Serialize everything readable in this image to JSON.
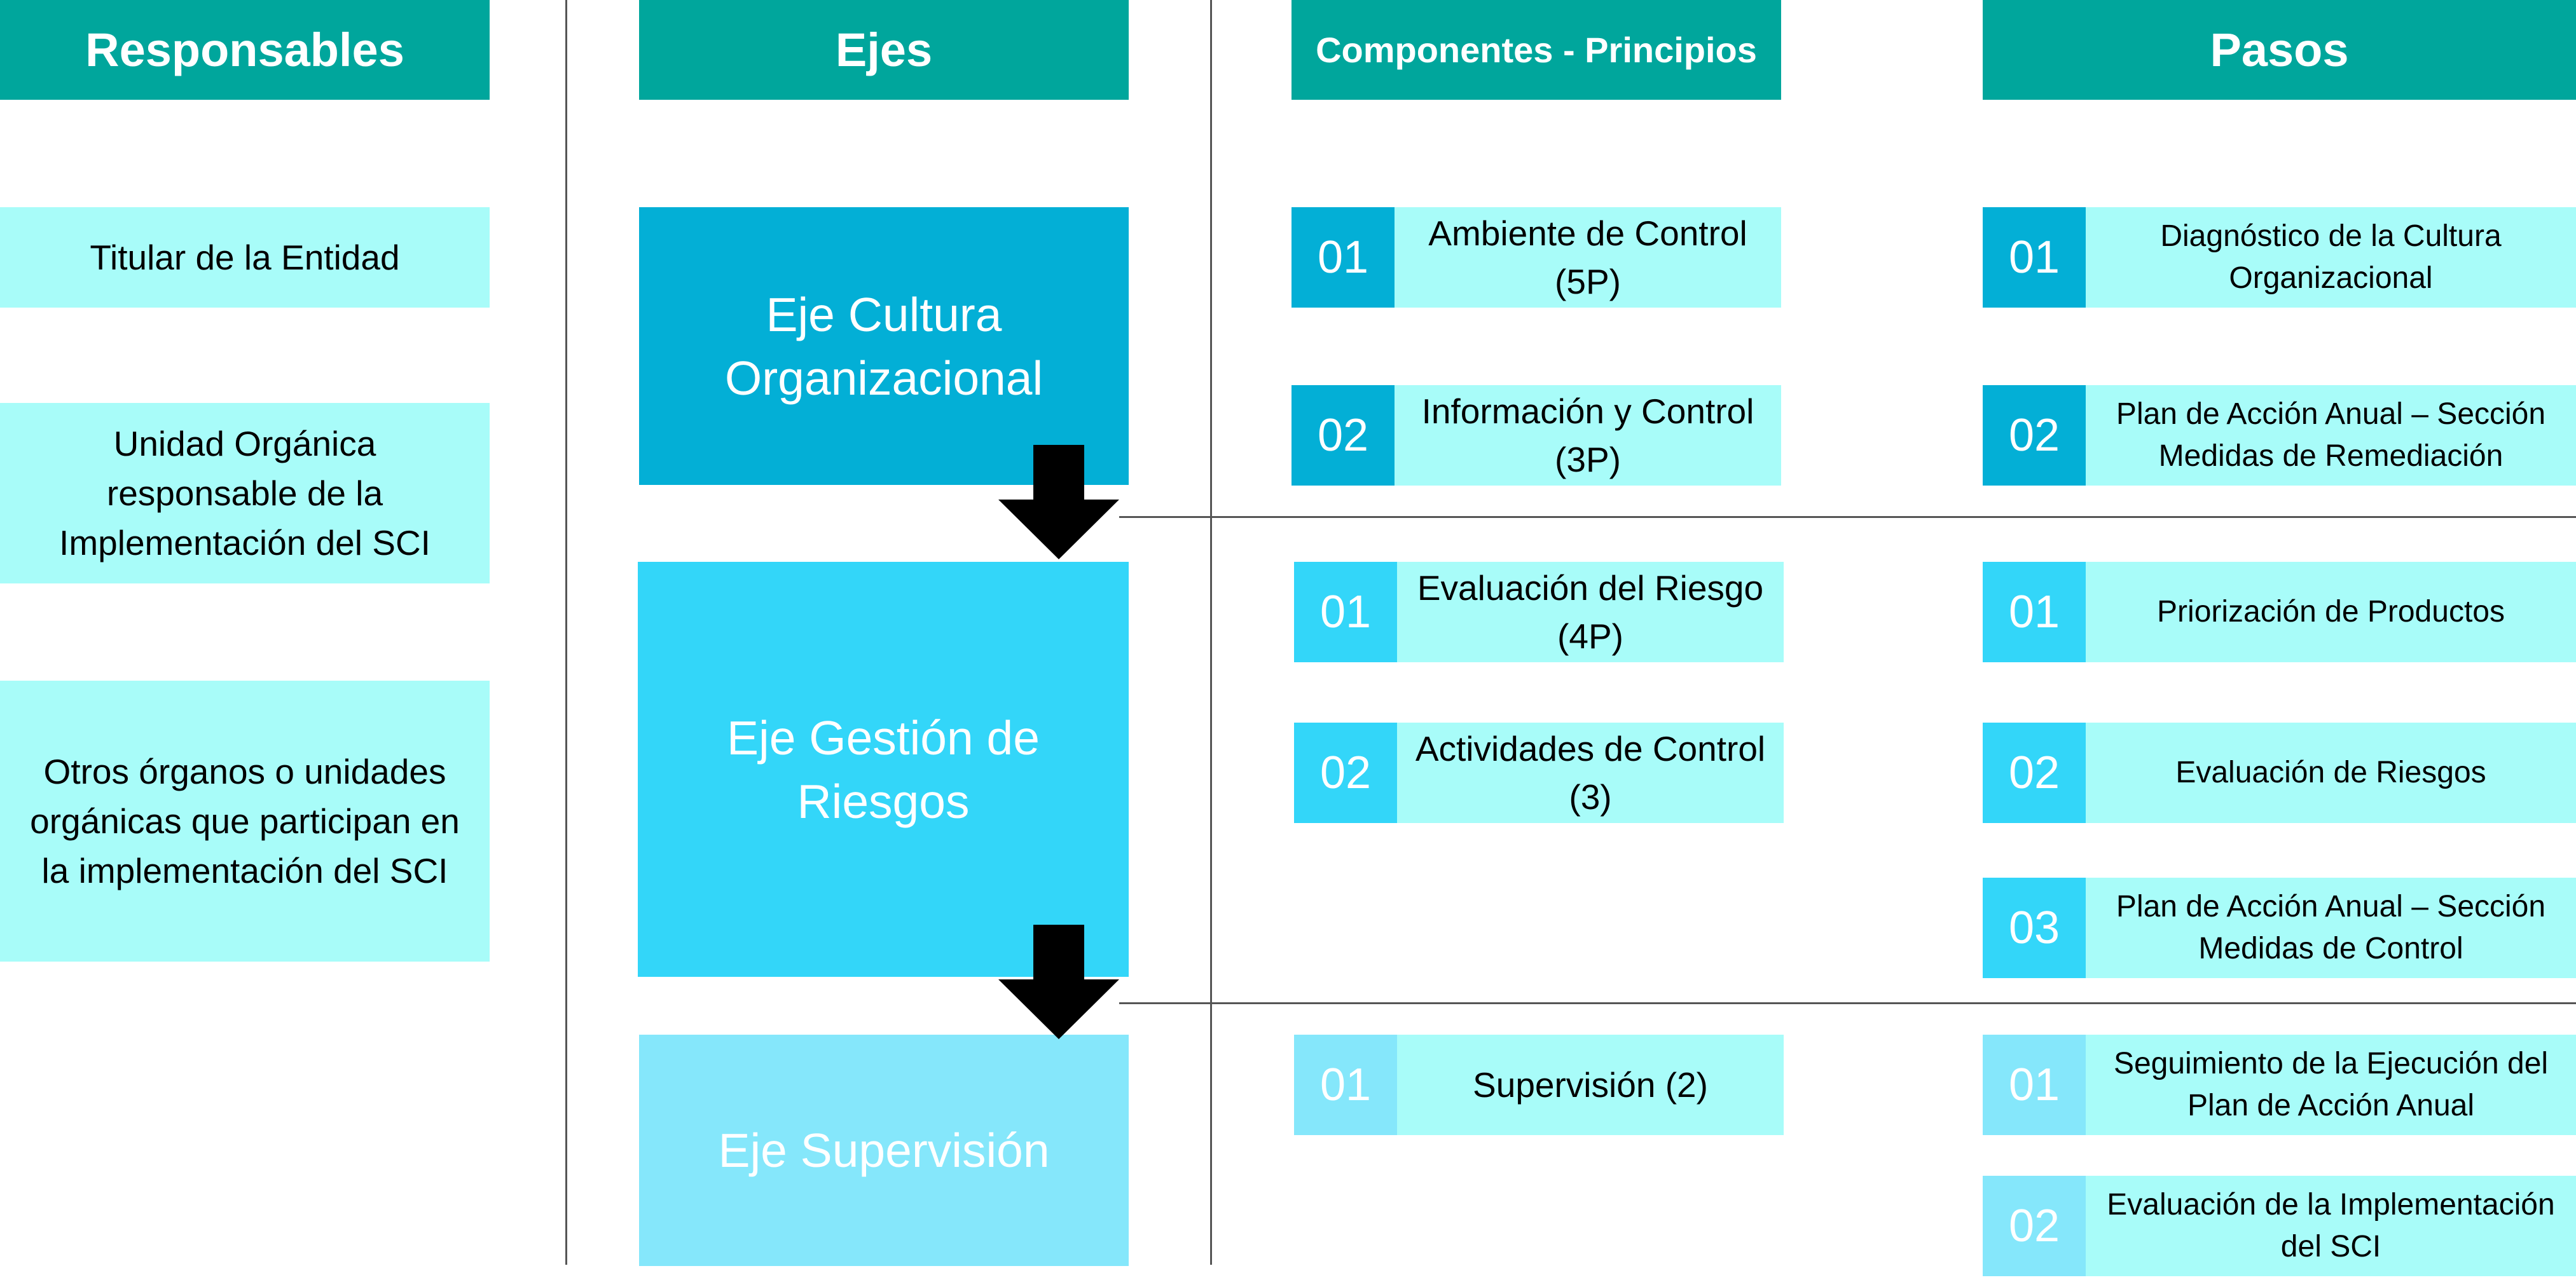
{
  "headers": {
    "responsables": "Responsables",
    "ejes": "Ejes",
    "componentes": "Componentes - Principios",
    "pasos": "Pasos"
  },
  "responsables": [
    "Titular de la Entidad",
    "Unidad Orgánica responsable de la Implementación del SCI",
    "Otros órganos o unidades orgánicas que participan en la implementación del SCI"
  ],
  "ejes": [
    "Eje Cultura Organizacional",
    "Eje Gestión de Riesgos",
    "Eje Supervisión"
  ],
  "componentes": [
    {
      "num": "01",
      "label": "Ambiente de Control (5P)"
    },
    {
      "num": "02",
      "label": "Información y Control (3P)"
    },
    {
      "num": "01",
      "label": "Evaluación del Riesgo (4P)"
    },
    {
      "num": "02",
      "label": "Actividades de Control (3)"
    },
    {
      "num": "01",
      "label": "Supervisión (2)"
    }
  ],
  "pasos": [
    {
      "num": "01",
      "label": "Diagnóstico de la Cultura Organizacional"
    },
    {
      "num": "02",
      "label": "Plan de Acción Anual – Sección Medidas de Remediación"
    },
    {
      "num": "01",
      "label": "Priorización de Productos"
    },
    {
      "num": "02",
      "label": "Evaluación de Riesgos"
    },
    {
      "num": "03",
      "label": "Plan de Acción Anual – Sección Medidas de Control"
    },
    {
      "num": "01",
      "label": "Seguimiento de la Ejecución del Plan de Acción Anual"
    },
    {
      "num": "02",
      "label": "Evaluación de la Implementación del SCI"
    }
  ],
  "colors": {
    "header": "#00A69C",
    "eje_cultura": "#03AFD6",
    "eje_riesgos": "#33D6F9",
    "eje_supervision": "#85E7FB",
    "light_box": "#A8FCF9",
    "arrow": "#000000"
  }
}
